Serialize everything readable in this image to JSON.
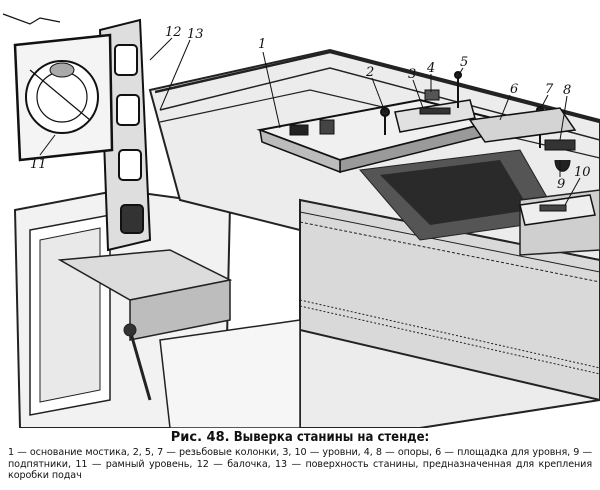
{
  "figure": {
    "callouts": [
      {
        "id": "1",
        "text": "1"
      },
      {
        "id": "2",
        "text": "2"
      },
      {
        "id": "3",
        "text": "3"
      },
      {
        "id": "4",
        "text": "4"
      },
      {
        "id": "5",
        "text": "5"
      },
      {
        "id": "6",
        "text": "6"
      },
      {
        "id": "7",
        "text": "7"
      },
      {
        "id": "8",
        "text": "8"
      },
      {
        "id": "9",
        "text": "9"
      },
      {
        "id": "10",
        "text": "10"
      },
      {
        "id": "11",
        "text": "11"
      },
      {
        "id": "12",
        "text": "12"
      },
      {
        "id": "13",
        "text": "13"
      }
    ]
  },
  "caption": {
    "figure_label": "Рис. 48.",
    "title": "Выверка станины на стенде:",
    "legend": "1 — основание мостика, 2, 5, 7 — резьбовые колонки, 3, 10 — уровни, 4, 8 — опоры, 6 — площадка для уровня, 9 — подпятники, 11 — рамный уровень, 12 — балочка, 13 — поверхность станины, предназначенная для крепления коробки подач"
  }
}
